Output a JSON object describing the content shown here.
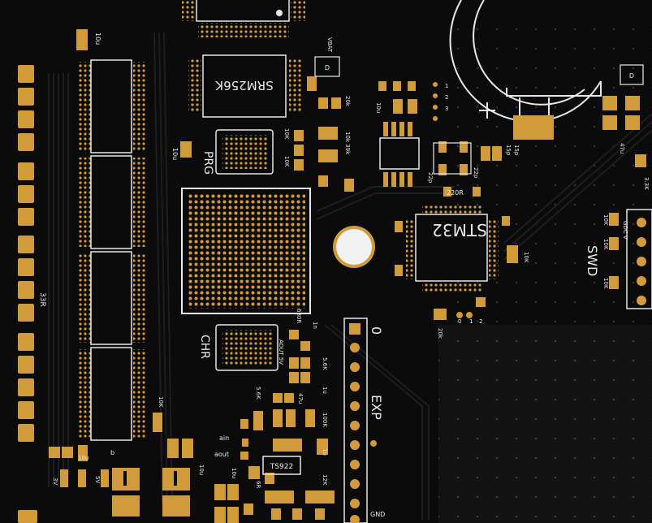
{
  "colors": {
    "board": "#0b0b0b",
    "trace": "#1b1b1b",
    "silk": "#e8e8e8",
    "pad": "#d19a3a",
    "pad_dark": "#a87828"
  },
  "chips": {
    "sram": "SRM256K",
    "mcu": "STM32",
    "opamp": "TS922"
  },
  "labels": {
    "prg": "PRG",
    "chr": "CHR",
    "swd": "SWD",
    "exp": "EXP",
    "zero": "0",
    "gnd": "GND",
    "vbat": "VBAT",
    "res_33r_side": "33R",
    "res_33r_right": "3.3K",
    "ain": "ain",
    "aout": "aout",
    "aout_5v": "AOUT 5V",
    "cap_10u": "10u",
    "cap_1u": "1u",
    "cap_15p": "15p",
    "cap_22p": "22p",
    "cap_47u": "47u",
    "res_10k": "10K",
    "res_100k": "100K",
    "res_12k": "12K",
    "res_220r": "220R",
    "res_20k": "20k",
    "res_56k": "5.6K",
    "res_680r": "680R",
    "res_6r": "6R",
    "res_10k_39k": "10k 39k",
    "v5": "5V",
    "v3": "3V",
    "d": "D",
    "n1": "1",
    "n2": "2",
    "n3": "3",
    "n0": "0",
    "pin_labels": "GDC V",
    "lbl_1n": "1n",
    "lbl_b": "b"
  }
}
